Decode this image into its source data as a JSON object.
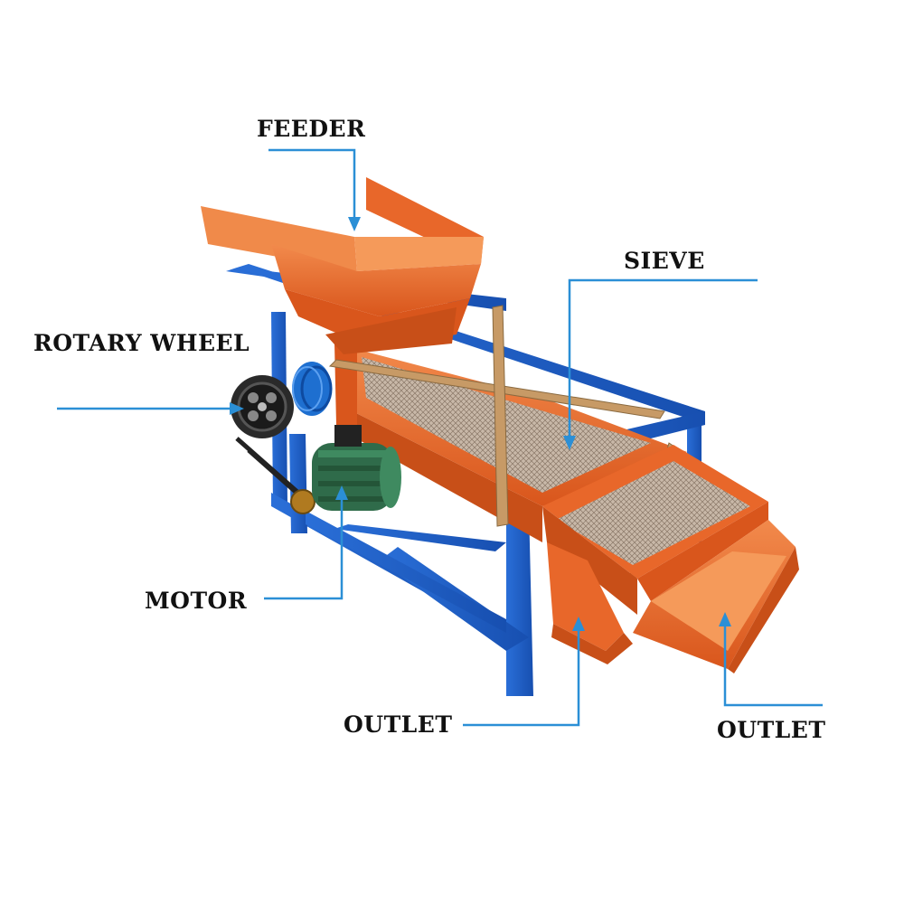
{
  "labels": {
    "feeder": "FEEDER",
    "sieve": "SIEVE",
    "rotary_wheel": "ROTARY WHEEL",
    "motor": "MOTOR",
    "outlet_left": "OUTLET",
    "outlet_right": "OUTLET"
  },
  "colors": {
    "callout_line": "#2b8fd6",
    "frame_blue": "#1f5fc9",
    "body_orange": "#e8672a",
    "body_orange_light": "#f08a4a",
    "mesh": "#b9a99a",
    "wood": "#c79a66",
    "motor_green": "#2f6b4a",
    "wheel_dark": "#2a2a2a"
  }
}
